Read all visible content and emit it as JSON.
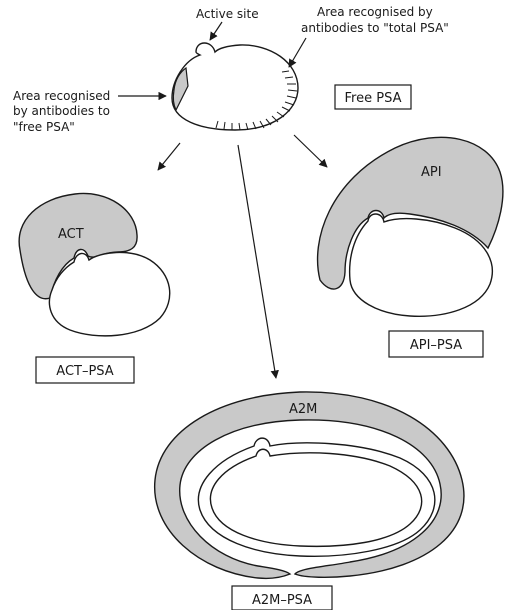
{
  "labels": {
    "active_site": "Active site",
    "total_psa_line1": "Area recognised by",
    "total_psa_line2": "antibodies to \"total PSA\"",
    "free_psa_area_line1": "Area recognised",
    "free_psa_area_line2": "by antibodies to",
    "free_psa_area_line3": "\"free PSA\"",
    "free_psa_box": "Free PSA",
    "act": "ACT",
    "act_psa_box": "ACT–PSA",
    "api": "API",
    "api_psa_box": "API–PSA",
    "a2m": "A2M",
    "a2m_psa_box": "A2M–PSA"
  },
  "colors": {
    "inhibitor_fill": "#c9c9c9",
    "outline": "#1a1a1a",
    "background": "#ffffff"
  }
}
